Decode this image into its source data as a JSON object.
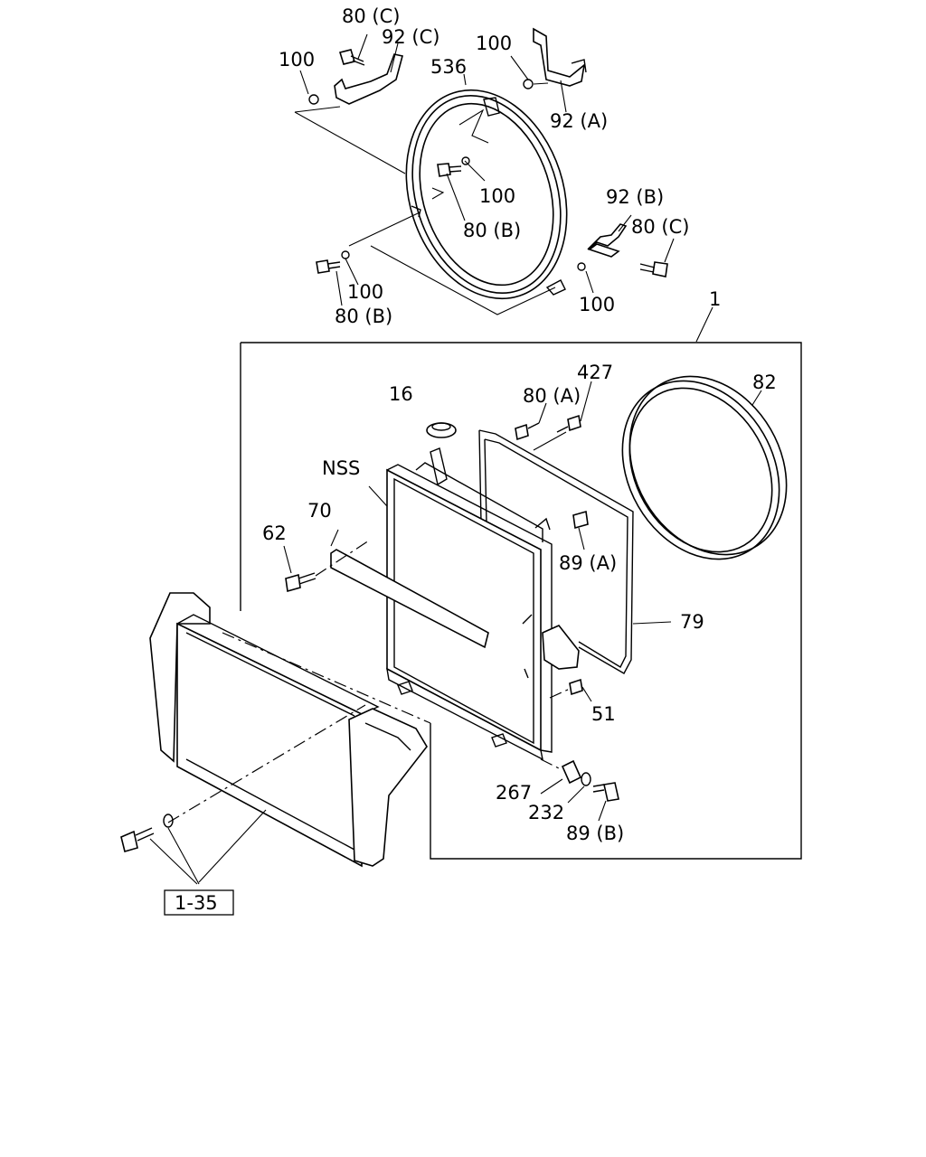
{
  "callouts": {
    "c_80c_top": "80 (C)",
    "c_92c": "92 (C)",
    "c_100_top_left": "100",
    "c_100_top_mid": "100",
    "c_536": "536",
    "c_92a": "92 (A)",
    "c_100_center": "100",
    "c_80b_center": "80 (B)",
    "c_92b": "92 (B)",
    "c_80c_right": "80 (C)",
    "c_100_lower_left": "100",
    "c_80b_lower_left": "80 (B)",
    "c_100_lower_right": "100",
    "c_1": "1",
    "c_427": "427",
    "c_82": "82",
    "c_16": "16",
    "c_80a": "80 (A)",
    "c_nss": "NSS",
    "c_70": "70",
    "c_62": "62",
    "c_89a": "89 (A)",
    "c_79": "79",
    "c_51": "51",
    "c_267": "267",
    "c_232": "232",
    "c_89b": "89 (B)",
    "c_ref_1_35": "1-35"
  }
}
